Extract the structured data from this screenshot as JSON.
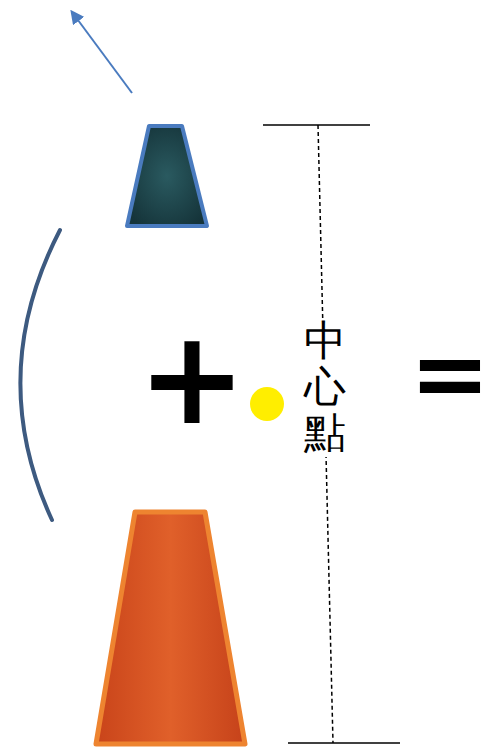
{
  "diagram": {
    "labels": [
      "+",
      "中心點",
      "="
    ]
  }
}
